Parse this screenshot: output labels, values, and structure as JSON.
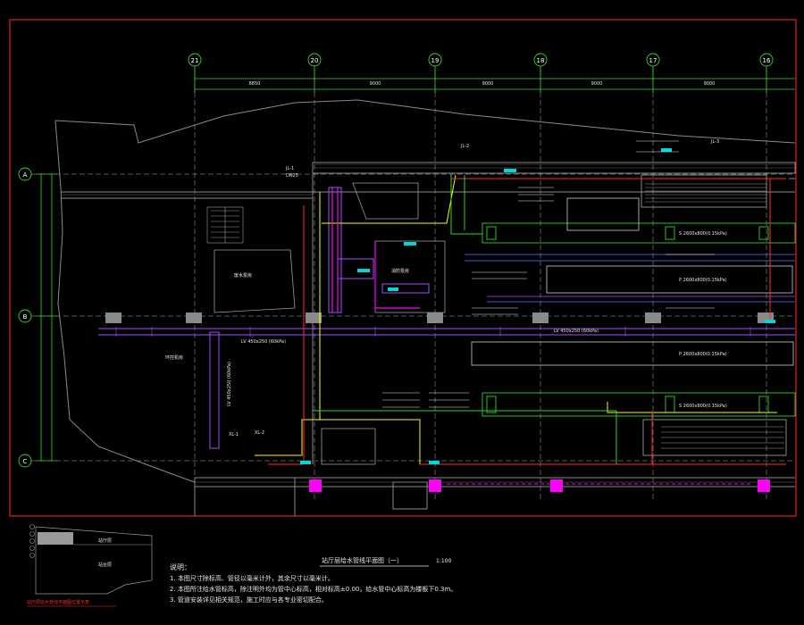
{
  "drawing": {
    "title": "站厅层给水管线平面图（一）",
    "scale": "1:100"
  },
  "axes": {
    "vertical": [
      "21",
      "20",
      "19",
      "18",
      "17",
      "16"
    ],
    "horizontal": [
      "A",
      "B",
      "C"
    ],
    "spans": [
      "8850",
      "9000",
      "9000",
      "9000",
      "9000"
    ]
  },
  "pipe_labels": {
    "main_corridor": "LV 450x250 (60kPa)",
    "main_east": "LV 450x250 (60kPa)",
    "vertical_duct": "LV 450x250 (60kPa)",
    "flow_1": "P 2600x800(0.15kPa)",
    "flow_2": "P 2600x800(0.15kPa)",
    "flow_3": "S 2600x800(0.15kPa)",
    "flow_4": "S 2600x800(0.15kPa)"
  },
  "tags": [
    "JL-1",
    "DN25",
    "JL-2",
    "JL-3",
    "XL-1",
    "XL-2"
  ],
  "room_labels": [
    "废水泵房",
    "消防泵房",
    "环控机房"
  ],
  "notes": {
    "heading": "说明：",
    "items": [
      "1. 本图尺寸除标高、管径以毫米计外，其余尺寸以毫米计。",
      "2. 本图所注给水管标高，除注明外均为管中心标高，相对标高±0.00，给水管中心标高为楼板下0.3m。",
      "3. 管道安装详见相关规范，施工时应与各专业密切配合。"
    ]
  },
  "legend": {
    "caption": "站厅层给水管线平面图位置示意",
    "block_1": "站厅层",
    "block_2": "站台层"
  },
  "colors": {
    "green": "#2bd62b",
    "cyan": "#00d8d8",
    "red": "#ff2a2a",
    "magenta": "#ff00ff",
    "purple": "#a64dff",
    "yellow": "#ffff00",
    "grey": "#7a7a7a"
  }
}
